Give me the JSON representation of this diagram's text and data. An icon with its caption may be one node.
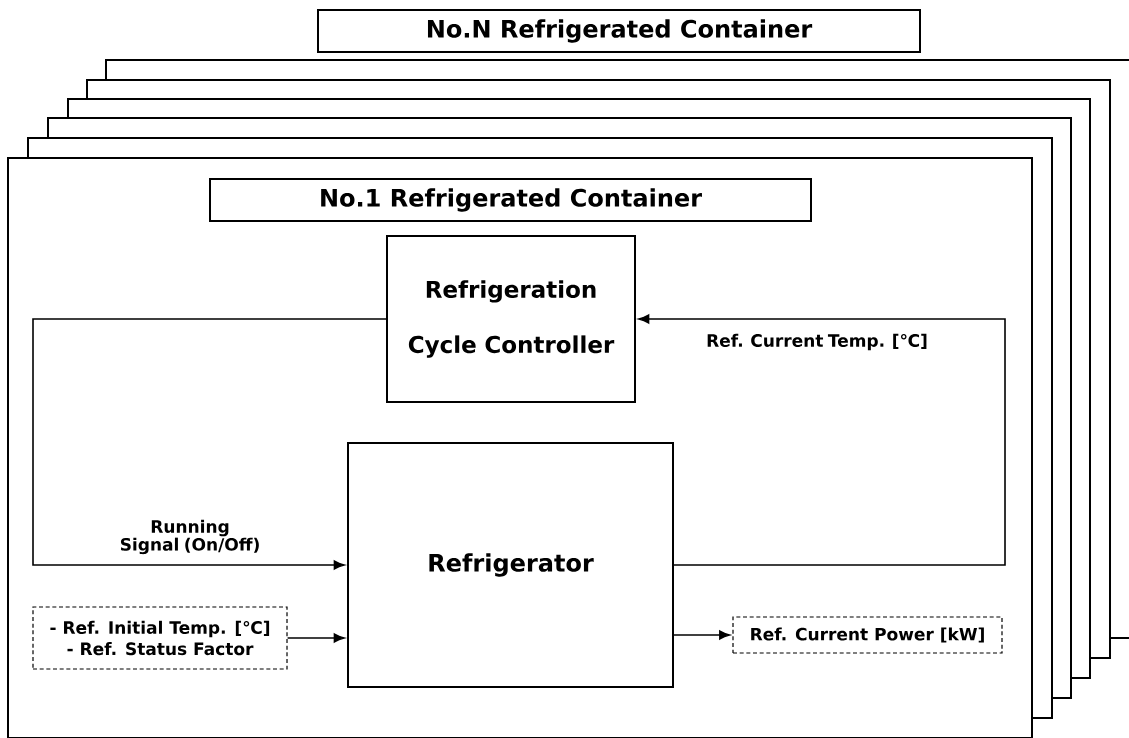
{
  "diagram": {
    "nodes": [
      {
        "text": [
          "No.N Refrigerated Container"
        ]
      },
      {
        "text": [],
        "shape": "box"
      },
      {
        "text": [
          "No.1 Refrigerated Container"
        ],
        "in": 1
      },
      {
        "text": [
          "Refrigeration Cycle Controller"
        ],
        "in": 1
      },
      {
        "text": [
          "Refrigerator"
        ],
        "in": 1
      },
      {
        "text": [
          "- Ref. Initial Temp. [℃]",
          "- Ref. Status Factor"
        ],
        "in": 1
      },
      {
        "text": [
          "Ref. Current Power [kW]"
        ],
        "in": 1
      }
    ],
    "edges": [
      {
        "from": 3,
        "to": 4,
        "arrow": "to",
        "label": "Running Signal (On/Off)"
      },
      {
        "from": 4,
        "to": 3,
        "arrow": "to",
        "label": "Ref. Current Temp. [℃]"
      },
      {
        "from": 5,
        "to": 4,
        "arrow": "to"
      },
      {
        "from": 4,
        "to": 6,
        "arrow": "to"
      }
    ]
  }
}
